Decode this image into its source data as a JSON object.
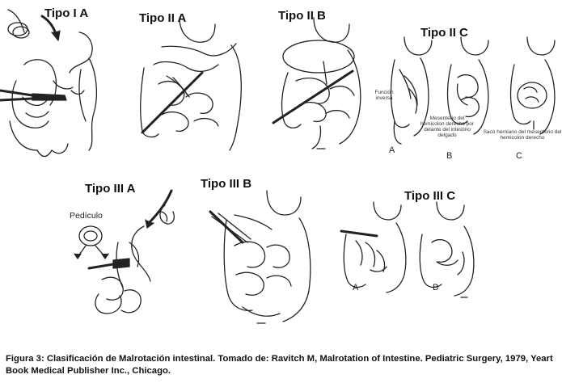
{
  "panels": {
    "tipo_i_a": "Tipo I A",
    "tipo_ii_a": "Tipo II A",
    "tipo_ii_b": "Tipo II B",
    "tipo_ii_c": "Tipo II C",
    "tipo_iii_a": "Tipo III A",
    "tipo_iii_b": "Tipo III B",
    "tipo_iii_c": "Tipo III C"
  },
  "sub_labels": {
    "ii_c_a": "A",
    "ii_c_b": "B",
    "ii_c_c": "C",
    "iii_c_a": "A",
    "iii_c_b": "B"
  },
  "annotations": {
    "pediculo": "Pedículo",
    "funcion_inversa": "Función inversa",
    "mesenterio": "Mesenterio del hemicolon derecho por delante del intestino delgado",
    "saco": "Saco herniano del mesenterio del hemicolon derecho"
  },
  "caption": "Figura 3: Clasificación de Malrotación intestinal. Tomado de: Ravitch M, Malrotation of Intestine. Pediatric Surgery, 1979, Yeart Book Medical Publisher Inc., Chicago."
}
